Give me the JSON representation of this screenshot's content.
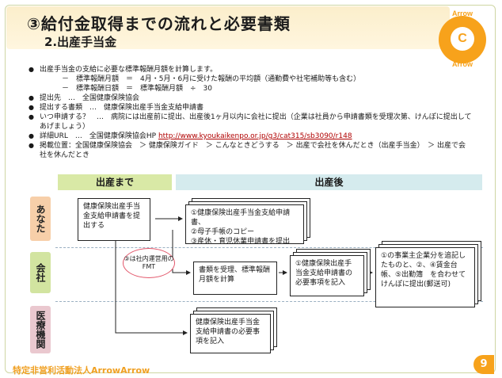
{
  "header": {
    "title": "③給付金取得までの流れと必要書類",
    "subtitle": "2.出産手当金"
  },
  "logo": {
    "text_top": "Arrow",
    "text_bottom": "Arrow",
    "center": "C"
  },
  "bullets": [
    {
      "text": "出産手当金の支給に必要な標準報酬月額を計算します。"
    },
    {
      "text": "－　標準報酬月額　＝　4月・5月・6月に受けた報酬の平均額（通勤費や社宅補助等も含む）",
      "sub": true
    },
    {
      "text": "－　標準報酬日額　＝　標準報酬月額　÷　30",
      "sub": true
    },
    {
      "text": "提出先　…　全国健康保険協会"
    },
    {
      "text": "提出する書類　…　健康保険出産手当金支給申請書"
    },
    {
      "text": "いつ申請する？　…　病院には出産前に提出、出産後1ヶ月以内に会社に提出（企業は社員から申請書類を受理次第、けんぽに提出してあげましょう）"
    },
    {
      "text": "詳細URL　…　全国健康保険協会HP",
      "url": "http://www.kyoukaikenpo.or.jp/g3/cat315/sb3090/r148"
    },
    {
      "text": "掲載位置：全国健康保険協会　＞ 健康保険ガイド　＞ こんなときどうする　＞ 出産で会社を休んだとき（出産手当金）　＞ 出産で会社を休んだとき"
    }
  ],
  "flow": {
    "phase_before": "出産まで",
    "phase_after": "出産後",
    "roles": {
      "you": "あなた",
      "company": "会社",
      "medical": "医療機関"
    },
    "box_submit": "健康保険出産手当金支給申請書を提出する",
    "box_docs": [
      "①健康保険出産手当金支給申請書、",
      "②母子手帳のコピー",
      "③産休・育児休業申請書を提出"
    ],
    "callout": "③は社内運営用のFMT",
    "box_accept": "書類を受理、標準報酬月額を計算",
    "box_company_fill": "①健康保険出産手当金支給申請書の必要事項を記入",
    "box_final": "①の事業主企業分を追記したものと、②、④賃金台帳、⑤出勤簿　を合わせてけんぽに提出(郵送可)",
    "box_medical": "健康保険出産手当金支給申請書の必要事項を記入"
  },
  "footer": {
    "org": "特定非営利活動法人ArrowArrow",
    "page": "9"
  }
}
